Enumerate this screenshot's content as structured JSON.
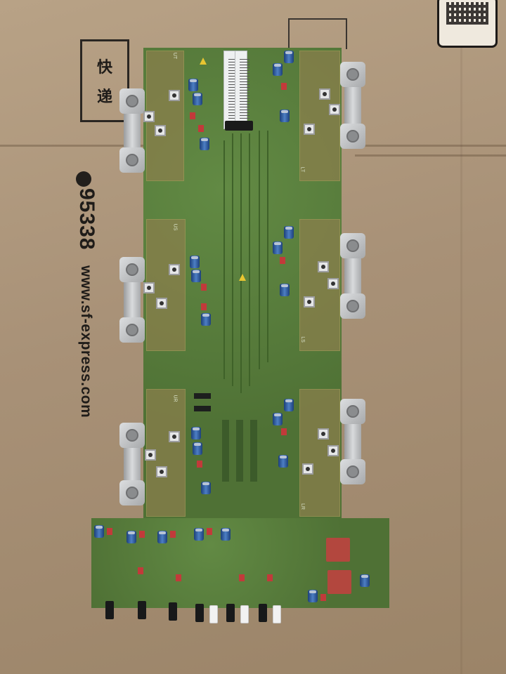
{
  "carton": {
    "stamp_line1": "快",
    "stamp_line2": "递",
    "phone_number": "95338",
    "website": "www.sf-express.com"
  },
  "board_labels": {
    "ut": "UT",
    "lt": "LT",
    "us": "US",
    "ls": "LS",
    "ur": "UR",
    "lr": "LR"
  },
  "colors": {
    "cardboard": "#a89177",
    "pcb_green": "#567a3a",
    "terminal_metal": "#cfd1d3",
    "capacitor_blue": "#2f5ea8"
  }
}
